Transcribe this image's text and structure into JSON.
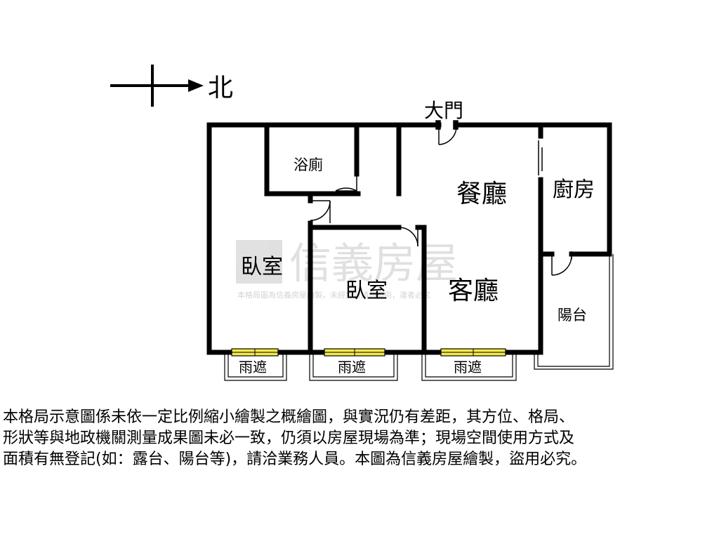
{
  "compass": {
    "north_label": "北"
  },
  "rooms": {
    "entrance": "大門",
    "bathroom": "浴廁",
    "dining": "餐廳",
    "kitchen": "廚房",
    "bedroom_1": "臥室",
    "bedroom_2": "臥室",
    "living": "客廳",
    "balcony": "陽台",
    "awning_1": "雨遮",
    "awning_2": "雨遮",
    "awning_3": "雨遮"
  },
  "watermark": {
    "brand": "信義房屋",
    "subtext": "本格局圖為信義房屋繪製，未經許可請勿盜用，違者必究"
  },
  "disclaimer": [
    "本格局示意圖係未依一定比例縮小繪製之概繪圖，與實況仍有差距，其方位、格局、",
    "形狀等與地政機關測量成果圖未必一致，仍須以房屋現場為準；現場空間使用方式及",
    "面積有無登記(如：露台、陽台等)，請洽業務人員。本圖為信義房屋繪製，盜用必究。"
  ],
  "colors": {
    "wall": "#000000",
    "window_fill": "#f5e94a",
    "watermark": "#c8c8c8"
  }
}
